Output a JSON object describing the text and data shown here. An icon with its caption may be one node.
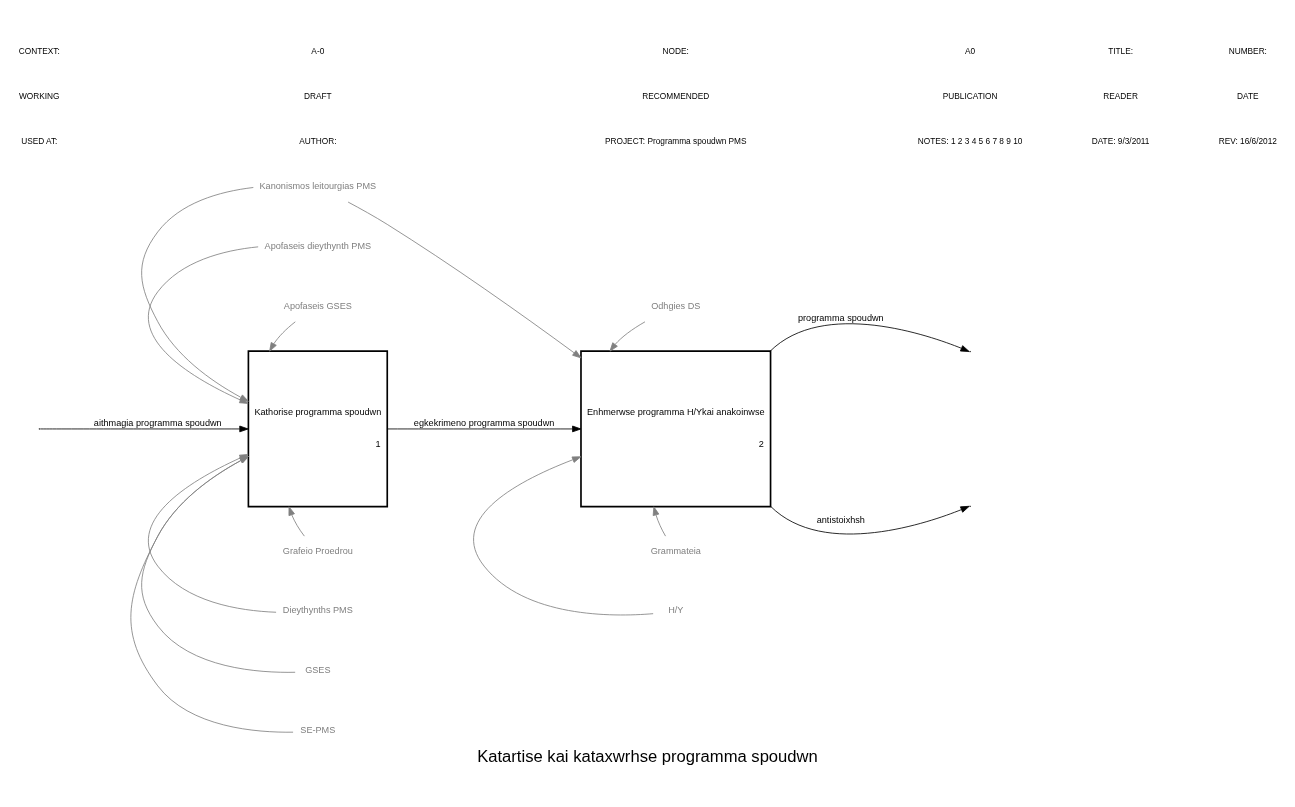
{
  "diagram": {
    "title": "Katartise kai kataxwrhse programma spoudwn",
    "nodes": [
      {
        "text": [
          "Kanonismos leitourgias PMS"
        ]
      },
      {
        "text": [
          "Apofaseis dieythynth PMS"
        ]
      },
      {
        "text": [
          "Apofaseis GSES"
        ]
      },
      {
        "text": [
          "Odhgies DS"
        ]
      },
      {
        "text": [
          "Kathorise programma spoudwn",
          "1"
        ]
      },
      {
        "text": [
          "Enhmerwse programma H/Ykai anakoinwse",
          "2"
        ]
      },
      {
        "text": [
          "Grafeio Proedrou"
        ]
      },
      {
        "text": [
          "Dieythynths PMS"
        ]
      },
      {
        "text": [
          "GSES"
        ]
      },
      {
        "text": [
          "SE-PMS"
        ]
      },
      {
        "text": [
          "Grammateia"
        ]
      },
      {
        "text": [
          "H/Y"
        ]
      }
    ],
    "edges": [
      {
        "from": 0,
        "to": 4,
        "arrow": "to"
      },
      {
        "from": 0,
        "to": 5,
        "arrow": "to"
      },
      {
        "from": 1,
        "to": 4,
        "arrow": "to"
      },
      {
        "from": 2,
        "to": 4,
        "arrow": "to"
      },
      {
        "from": 3,
        "to": 5,
        "arrow": "to"
      },
      {
        "from": null,
        "to": 4,
        "arrow": "to",
        "label": "aithmagia programma spoudwn",
        "color": "#000000"
      },
      {
        "from": 4,
        "to": 5,
        "arrow": "to",
        "label": "egkekrimeno programma spoudwn",
        "color": "#000000"
      },
      {
        "from": 5,
        "to": null,
        "arrow": "to",
        "label": "programma spoudwn",
        "color": "#000000"
      },
      {
        "from": 5,
        "to": null,
        "arrow": "to",
        "label": "antistoixhsh",
        "color": "#000000"
      },
      {
        "from": 6,
        "to": 4,
        "arrow": "to"
      },
      {
        "from": 7,
        "to": 4,
        "arrow": "to"
      },
      {
        "from": 8,
        "to": 4,
        "arrow": "to"
      },
      {
        "from": 9,
        "to": 4,
        "arrow": "to"
      },
      {
        "from": 10,
        "to": 5,
        "arrow": "to"
      },
      {
        "from": 11,
        "to": 5,
        "arrow": "to"
      }
    ],
    "labels": [
      "USED AT:",
      "AUTHOR:",
      "PROJECT: Programma spoudwn PMS",
      "NOTES: 1 2 3 4 5 6 7 8 9 10",
      "DATE: 9/3/2011",
      "REV: 16/6/2012",
      "WORKING",
      "DRAFT",
      "RECOMMENDED",
      "PUBLICATION",
      "READER",
      "DATE",
      "CONTEXT:",
      "A-0",
      "NODE:",
      "A0",
      "TITLE:",
      "NUMBER:"
    ]
  }
}
